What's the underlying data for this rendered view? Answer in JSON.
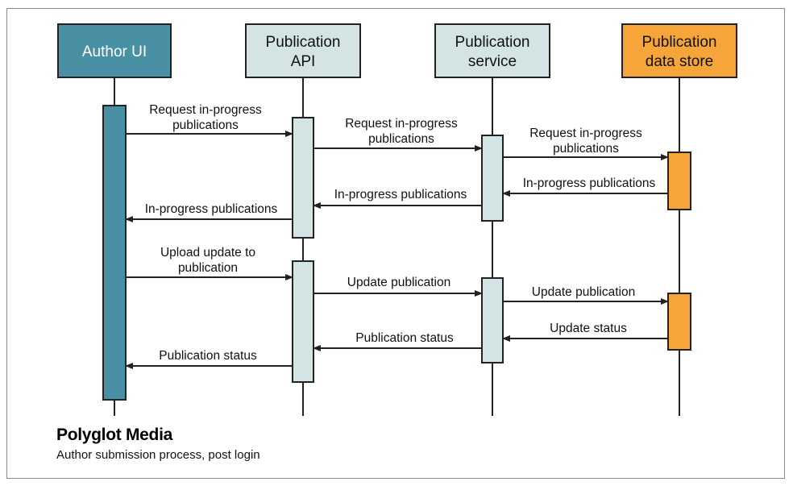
{
  "participants": [
    {
      "id": "author-ui",
      "lines": [
        "Author UI"
      ],
      "fill": "#4a90a4",
      "text_color": "#ffffff"
    },
    {
      "id": "publication-api",
      "lines": [
        "Publication",
        "API"
      ],
      "fill": "#d4e3e3",
      "text_color": "#111111"
    },
    {
      "id": "publication-service",
      "lines": [
        "Publication",
        "service"
      ],
      "fill": "#d4e3e3",
      "text_color": "#111111"
    },
    {
      "id": "publication-data-store",
      "lines": [
        "Publication",
        "data store"
      ],
      "fill": "#f5a53a",
      "text_color": "#111111"
    }
  ],
  "messages": [
    {
      "id": "msg-1",
      "lines": [
        "Request in-progress",
        "publications"
      ]
    },
    {
      "id": "msg-2",
      "lines": [
        "Request in-progress",
        "publications"
      ]
    },
    {
      "id": "msg-3",
      "lines": [
        "Request in-progress",
        "publications"
      ]
    },
    {
      "id": "msg-4",
      "lines": [
        "In-progress publications"
      ]
    },
    {
      "id": "msg-5",
      "lines": [
        "In-progress publications"
      ]
    },
    {
      "id": "msg-6",
      "lines": [
        "In-progress publications"
      ]
    },
    {
      "id": "msg-7",
      "lines": [
        "Upload update to",
        "publication"
      ]
    },
    {
      "id": "msg-8",
      "lines": [
        "Update publication"
      ]
    },
    {
      "id": "msg-9",
      "lines": [
        "Update publication"
      ]
    },
    {
      "id": "msg-10",
      "lines": [
        "Update status"
      ]
    },
    {
      "id": "msg-11",
      "lines": [
        "Publication status"
      ]
    },
    {
      "id": "msg-12",
      "lines": [
        "Publication status"
      ]
    }
  ],
  "caption": {
    "title": "Polyglot Media",
    "subtitle": "Author submission process, post login"
  },
  "colors": {
    "author_ui": "#4a90a4",
    "api_service": "#d4e3e3",
    "data_store": "#f5a53a",
    "stroke": "#222222"
  }
}
